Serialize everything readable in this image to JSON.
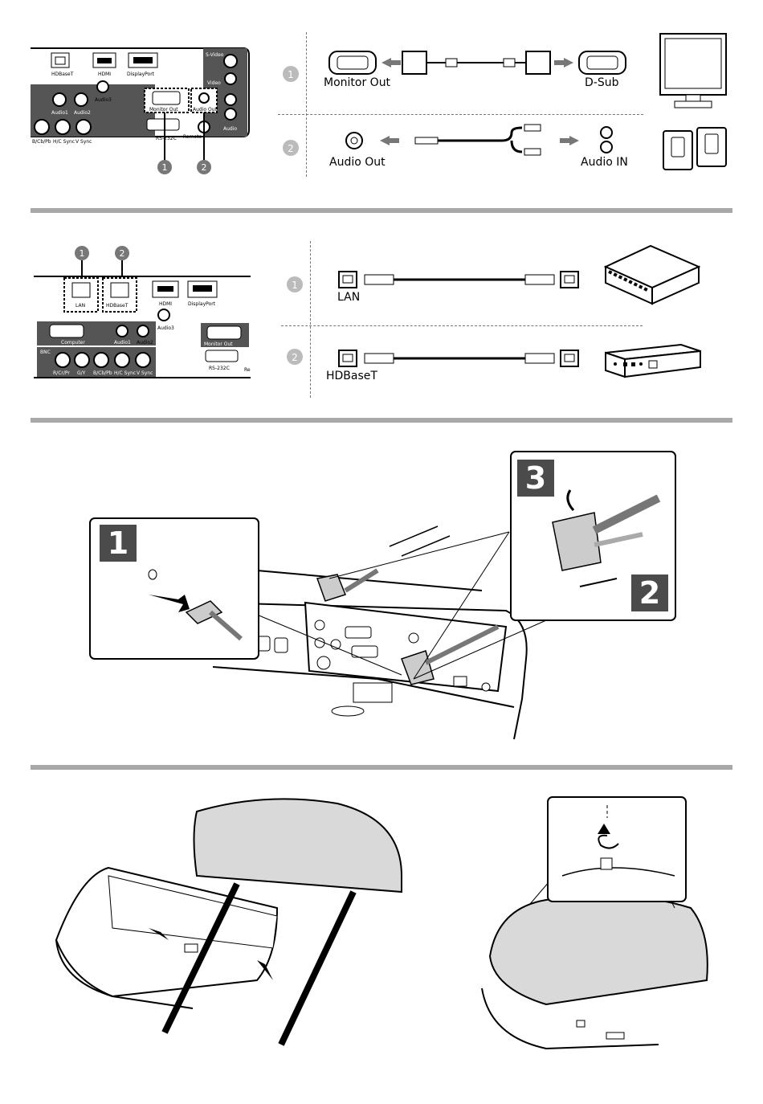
{
  "section1": {
    "panel_labels": {
      "hdbaset": "HDBaseT",
      "hdmi": "HDMI",
      "displayport": "DisplayPort",
      "svideo": "S-Video",
      "video": "Video",
      "audio3": "Audio3",
      "audio1": "Audio1",
      "audio2": "Audio2",
      "monitor_out": "Monitor Out",
      "audio_out": "Audio Out",
      "rs232c": "RS-232C",
      "remote": "Remote",
      "audio": "Audio",
      "bcbpb": "B/Cb/Pb",
      "hcsync": "H/C Sync",
      "vsync": "V Sync"
    },
    "callouts": [
      "1",
      "2"
    ],
    "monitor_out_label": "Monitor Out",
    "dsub_label": "D-Sub",
    "audio_out_label": "Audio Out",
    "audio_in_label": "Audio IN"
  },
  "section2": {
    "panel_labels": {
      "lan": "LAN",
      "hdbaset": "HDBaseT",
      "hdmi": "HDMI",
      "displayport": "DisplayPort",
      "audio3": "Audio3",
      "computer": "Computer",
      "audio1": "Audio1",
      "audio2": "Audio2",
      "monitor_out": "Monitor Out",
      "rs232c": "RS-232C",
      "bnc": "BNC",
      "rcrpr": "R/Cr/Pr",
      "gy": "G/Y",
      "bcbpb": "B/Cb/Pb",
      "hcsync": "H/C Sync",
      "vsync": "V Sync",
      "re": "Re"
    },
    "callouts": [
      "1",
      "2"
    ],
    "lan_label": "LAN",
    "hdbaset_label": "HDBaseT"
  },
  "section3": {
    "steps": [
      "1",
      "3",
      "2"
    ]
  },
  "colors": {
    "rule": "#a8a8a8",
    "step_box": "#4b4b4b",
    "cover": "#d9d9d9",
    "callout": "#777777"
  }
}
